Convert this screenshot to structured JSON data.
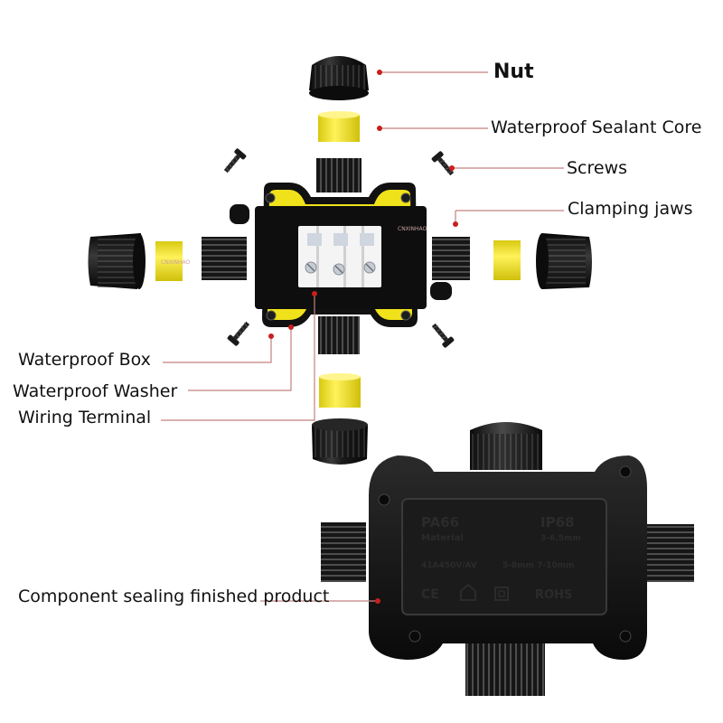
{
  "labels": {
    "nut": "Nut",
    "sealant_core": "Waterproof Sealant Core",
    "screws": "Screws",
    "clamping_jaws": "Clamping jaws",
    "box": "Waterproof Box",
    "washer": "Waterproof Washer",
    "terminal": "Wiring Terminal",
    "product": "Component sealing finished product"
  },
  "brand": "CNXINHAO",
  "embossed": {
    "material": "PA66",
    "material_sub": "Material",
    "rating": "IP68",
    "cable_range": "3-6.5mm",
    "electrical": "41A450V/AV",
    "cable_range_2": "5-8mm 7-10mm",
    "ce": "CE",
    "rohs": "ROHS"
  },
  "colors": {
    "callout": "#c81e1e",
    "leader": "#b84848",
    "seal_yellow": "#f0e21a",
    "part_black": "#141414"
  }
}
